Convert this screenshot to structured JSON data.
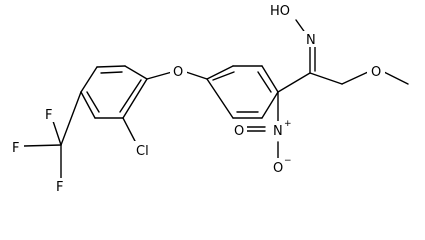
{
  "diagram": {
    "type": "chemical-structure",
    "atom_labels": {
      "oxime_hydroxyl": "HO",
      "oxime_n": "N",
      "ether_o": "O",
      "methoxy_o": "O",
      "chloro": "Cl",
      "nitro_n": "N",
      "nitro_plus": "+",
      "nitro_o_double": "O",
      "nitro_o_single": "O",
      "nitro_minus": "−",
      "fluoro_top": "F",
      "fluoro_left": "F",
      "fluoro_bottom": "F"
    }
  }
}
